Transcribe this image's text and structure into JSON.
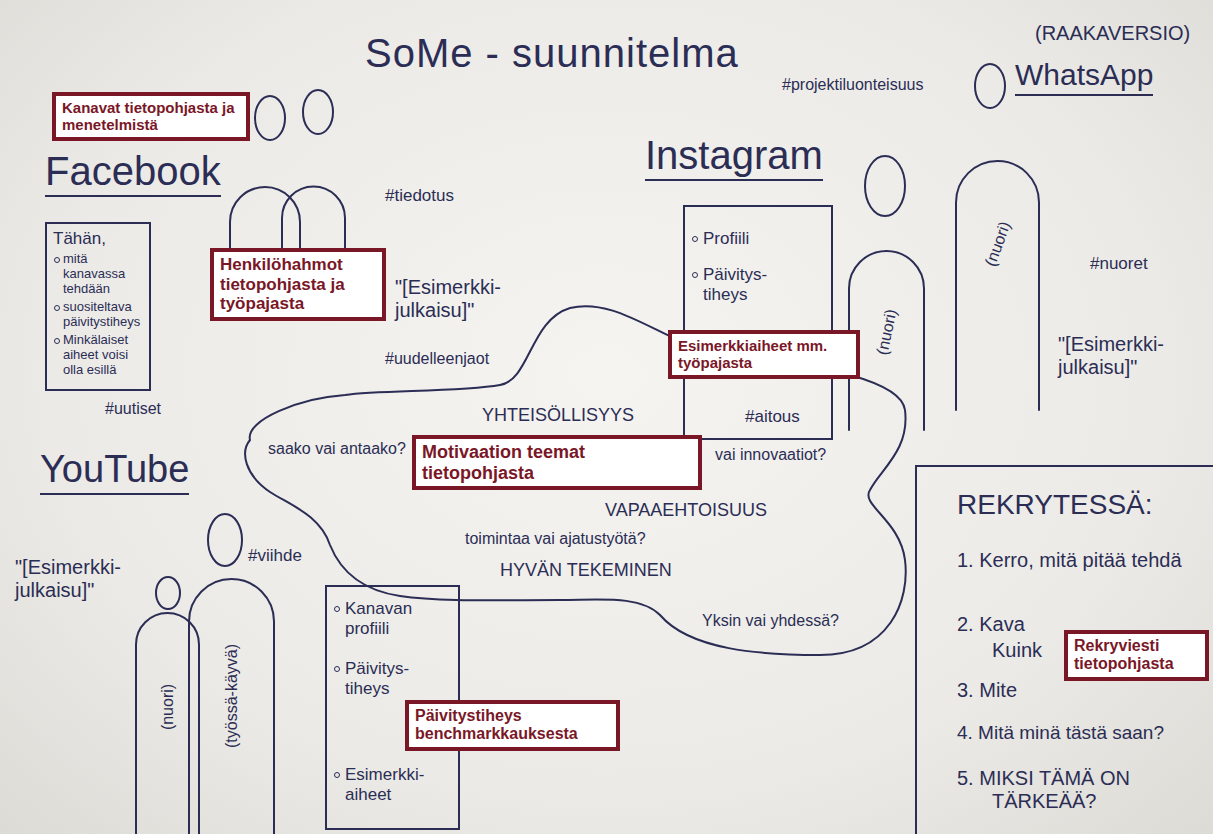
{
  "diagram": {
    "title": "SoMe - suunnitelma",
    "nodes": [
      {
        "text": [
          "Kanavat tietopohjasta ja menetelmistä"
        ]
      },
      {
        "text": [
          "Tähän,",
          "mitä kanavassa tehdään",
          "suositeltava päivitystiheys",
          "Minkälaiset aiheet voisi olla esillä"
        ]
      },
      {
        "text": [
          "Henkilöhahmot tietopohjasta ja työpajasta"
        ]
      },
      {
        "text": [
          "Profiili",
          "Päivitys-tiheys",
          "#aitous"
        ]
      },
      {
        "text": [
          "Esimerkkiaiheet mm. työpajasta"
        ]
      },
      {
        "text": [
          "(nuori)"
        ]
      },
      {
        "text": [
          "(nuori)"
        ]
      },
      {
        "text": [
          "YHTEISÖLLISYYS",
          "saako vai antaako?",
          "vai innovaatiot?",
          "VAPAAEHTOISUUS",
          "toimintaa vai ajatustyötä?",
          "HYVÄN TEKEMINEN",
          "Yksin vai yhdessä?"
        ]
      },
      {
        "text": [
          "Motivaation teemat tietopohjasta"
        ],
        "in": 7
      },
      {
        "text": [
          "(nuori)"
        ]
      },
      {
        "text": [
          "(työssä-käyvä)"
        ]
      },
      {
        "text": [
          "Kanavan profiili",
          "Päivitys-tiheys",
          "Esimerkki-aiheet"
        ]
      },
      {
        "text": [
          "Päivitystiheys benchmarkkauksesta"
        ]
      },
      {
        "text": [
          "REKRYTESSÄ:",
          "1. Kerro, mitä pitää tehdä",
          "2. Kava",
          "Kuink",
          "3. Mite",
          "4. Mitä minä tästä saan?",
          "5. MIKSI TÄMÄ ON TÄRKEÄÄ?"
        ]
      },
      {
        "text": [
          "Rekryviesti tietopohjasta"
        ],
        "in": 13
      }
    ],
    "labels": [
      "(RAAKAVERSIO)",
      "Facebook",
      "#tiedotus",
      "\"[Esimerkki-julkaisu]\"",
      "#uudelleenjaot",
      "#uutiset",
      "#projektiluonteisuus",
      "WhatsApp",
      "Instagram",
      "#nuoret",
      "\"[Esimerkki-julkaisu]\"",
      "YouTube",
      "\"[Esimerkki-julkaisu]\"",
      "#viihde"
    ]
  }
}
